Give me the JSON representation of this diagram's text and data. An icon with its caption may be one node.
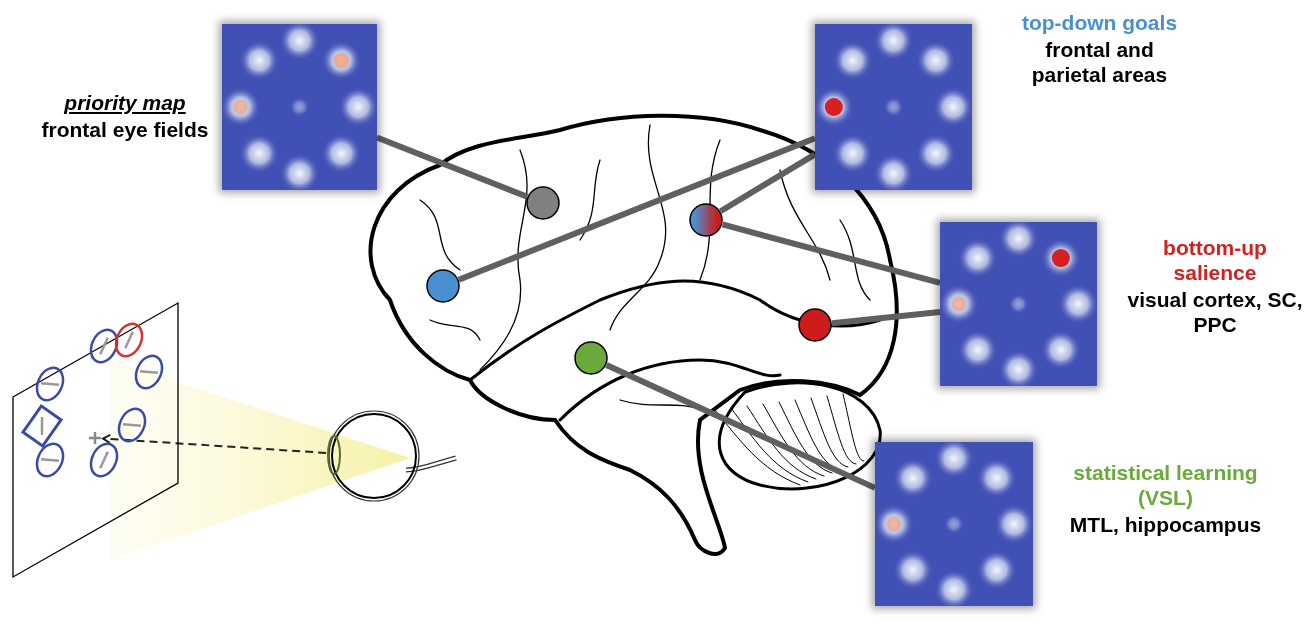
{
  "diagram": {
    "nodes": [
      {
        "text": [],
        "shape": "picture",
        "beside": [
          "priority map",
          "frontal eye fields"
        ]
      },
      {
        "text": [],
        "shape": "picture",
        "beside": [
          "top-down goals",
          "frontal and parietal areas"
        ]
      },
      {
        "text": [],
        "shape": "picture",
        "beside": [
          "bottom-up salience",
          "visual cortex, SC, PPC"
        ]
      },
      {
        "text": [],
        "shape": "picture",
        "beside": [
          "statistical learning (VSL)",
          "MTL, hippocampus"
        ]
      },
      {
        "text": [],
        "shape": "circle"
      },
      {
        "text": [],
        "shape": "circle"
      },
      {
        "text": [],
        "shape": "circle"
      },
      {
        "text": [],
        "shape": "circle"
      },
      {
        "text": [],
        "shape": "circle"
      },
      {
        "text": [],
        "shape": "picture"
      },
      {
        "text": [],
        "shape": "box"
      },
      {
        "text": [],
        "shape": "cross",
        "in": 10
      }
    ],
    "edges": [
      {
        "from": 0,
        "to": 4,
        "arrow": "none"
      },
      {
        "from": 1,
        "to": 5,
        "arrow": "none"
      },
      {
        "from": 1,
        "to": 6,
        "arrow": "none"
      },
      {
        "from": 2,
        "to": 6,
        "arrow": "none"
      },
      {
        "from": 2,
        "to": 7,
        "arrow": "none"
      },
      {
        "from": 3,
        "to": 8,
        "arrow": "none"
      },
      {
        "from": 9,
        "to": 11,
        "arrow": "to",
        "style": "dashed",
        "color": "#222222"
      }
    ]
  }
}
